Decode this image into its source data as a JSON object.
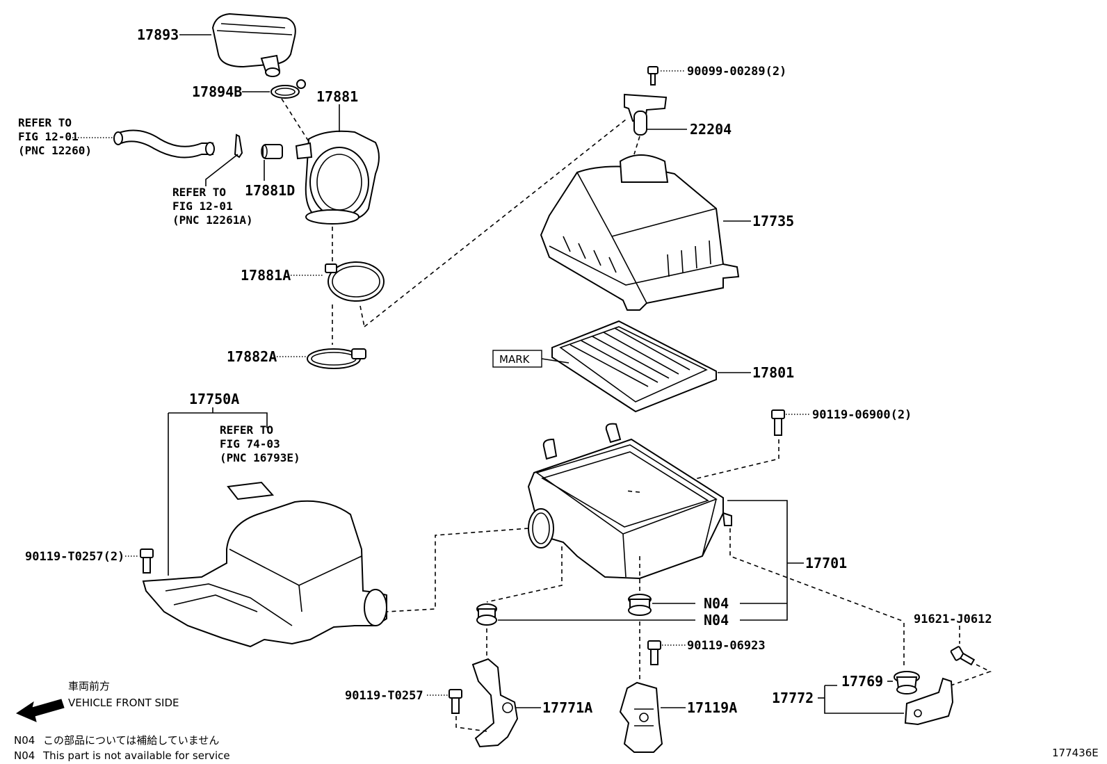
{
  "parts": {
    "p17893": "17893",
    "p17894B": "17894B",
    "p17881": "17881",
    "p17881D": "17881D",
    "p17881A": "17881A",
    "p17882A": "17882A",
    "p17750A": "17750A",
    "p90099": "90099-00289(2)",
    "p22204": "22204",
    "p17735": "17735",
    "p17801": "17801",
    "p90119_06900": "90119-06900(2)",
    "p17701": "17701",
    "n04_a": "N04",
    "n04_b": "N04",
    "p90119_T0257_2": "90119-T0257(2)",
    "p91621": "91621-J0612",
    "p90119_06923": "90119-06923",
    "p17769": "17769",
    "p17772": "17772",
    "p90119_T0257": "90119-T0257",
    "p17771A": "17771A",
    "p17119A": "17119A"
  },
  "refs": {
    "ref1": {
      "line1": "REFER TO",
      "line2": "FIG 12-01",
      "line3": "(PNC 12260)"
    },
    "ref2": {
      "line1": "REFER TO",
      "line2": "FIG 12-01",
      "line3": "(PNC 12261A)"
    },
    "ref3": {
      "line1": "REFER TO",
      "line2": "FIG 74-03",
      "line3": "(PNC 16793E)"
    }
  },
  "mark_label": "MARK",
  "front": {
    "jp": "車両前方",
    "en": "VEHICLE FRONT SIDE"
  },
  "notes": {
    "jp": {
      "code": "N04",
      "text": "この部品については補給していません"
    },
    "en": {
      "code": "N04",
      "text": "This part is not available for service"
    }
  },
  "figure_id": "177436E"
}
